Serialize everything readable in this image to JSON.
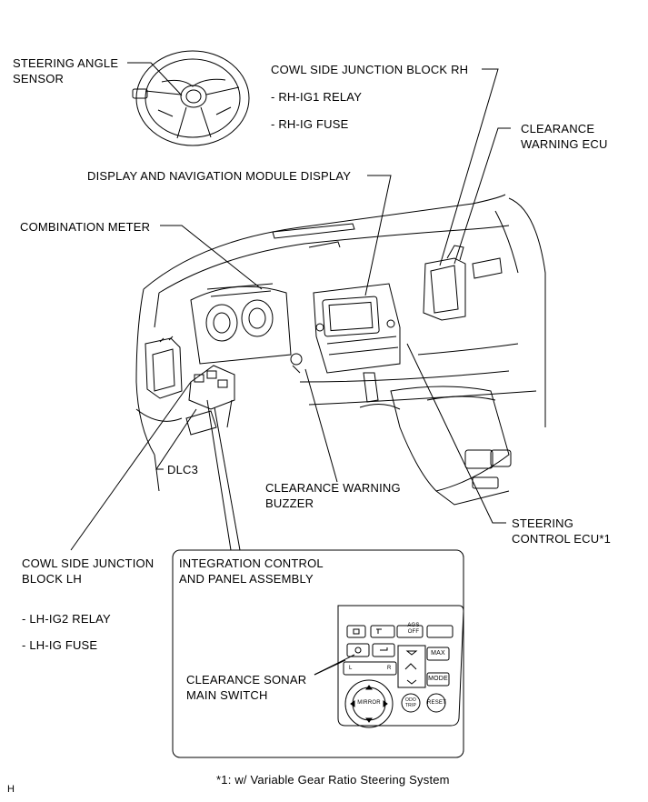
{
  "labels": {
    "steering_angle_sensor": [
      "STEERING ANGLE",
      "SENSOR"
    ],
    "cowl_rh": "COWL SIDE JUNCTION BLOCK RH",
    "rh_ig1_relay": "- RH-IG1 RELAY",
    "rh_ig_fuse": "- RH-IG FUSE",
    "clearance_warning_ecu": [
      "CLEARANCE",
      "WARNING ECU"
    ],
    "display_nav": "DISPLAY AND NAVIGATION MODULE DISPLAY",
    "combination_meter": "COMBINATION METER",
    "dlc3": "DLC3",
    "clearance_warning_buzzer": [
      "CLEARANCE WARNING",
      "BUZZER"
    ],
    "steering_control_ecu": [
      "STEERING",
      "CONTROL ECU*1"
    ],
    "cowl_lh": [
      "COWL SIDE JUNCTION",
      "BLOCK LH"
    ],
    "lh_ig2_relay": "- LH-IG2 RELAY",
    "lh_ig_fuse": "- LH-IG FUSE",
    "integration_panel": [
      "INTEGRATION CONTROL",
      "AND PANEL ASSEMBLY"
    ],
    "clearance_sonar_switch": [
      "CLEARANCE SONAR",
      "MAIN SWITCH"
    ],
    "footnote": "*1: w/ Variable Gear Ratio Steering System",
    "corner_code": "H"
  },
  "panel_keys": {
    "ags_off": [
      "AGS",
      "OFF"
    ],
    "max": "MAX",
    "mode": "MODE",
    "mirror": "MIRROR",
    "l": "L",
    "r": "R",
    "trip": [
      "ODO",
      "TRIP"
    ],
    "reset": "RESET"
  }
}
